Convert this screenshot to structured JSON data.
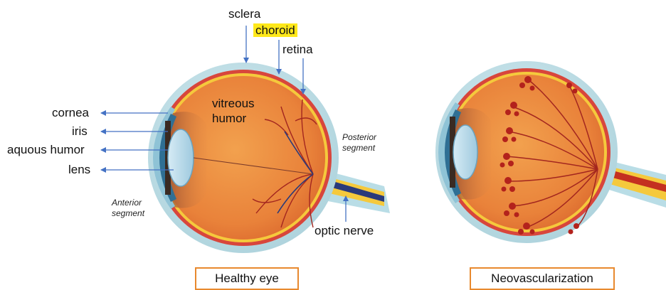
{
  "labels": {
    "sclera": "sclera",
    "choroid": "choroid",
    "retina": "retina",
    "vitreous_humor": "vitreous\nhumor",
    "cornea": "cornea",
    "iris": "iris",
    "aquous_humor": "aquous humor",
    "lens": "lens",
    "posterior_segment": "Posterior\nsegment",
    "anterior_segment": "Anterior\nsegment",
    "optic_nerve": "optic nerve"
  },
  "captions": {
    "healthy": "Healthy eye",
    "neovascularization": "Neovascularization"
  },
  "colors": {
    "pointer_arrow": "#4472c4",
    "choroid_highlight": "#ffe81a",
    "caption_border": "#e8892e",
    "sclera": "#b9dde6",
    "eye_interior": "#ee8a3a",
    "retina_line": "#f5c93c",
    "choroid_band": "#d8463c",
    "vessels": "#a3261f"
  }
}
